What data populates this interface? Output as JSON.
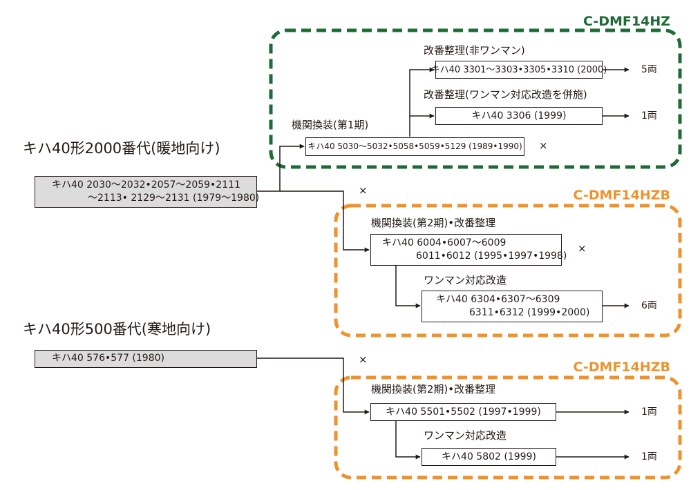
{
  "colors": {
    "green": "#1e6b35",
    "orange": "#f0922b",
    "ink": "#231815",
    "gray_fill": "#dcdcdc"
  },
  "sections": {
    "warm": {
      "title": "キハ40形2000番代(暖地向け)",
      "box_line1": "キハ40 2030〜2032•2057〜2059•2111",
      "box_line2": "〜2113• 2129〜2131 (1979〜1980)"
    },
    "cold": {
      "title": "キハ40形500番代(寒地向け)",
      "box_line1": "キハ40 576•577 (1980)"
    }
  },
  "groups": {
    "hz": {
      "tag": "C-DMF14HZ"
    },
    "hzb1": {
      "tag": "C-DMF14HZB"
    },
    "hzb2": {
      "tag": "C-DMF14HZB"
    }
  },
  "nodes": {
    "eng1": {
      "label": "機関換装(第1期)",
      "box": "キハ40 5030〜5032•5058•5059•5129 (1989•1990)",
      "mark": "×"
    },
    "renum1": {
      "label": "改番整理(非ワンマン)",
      "box": "キハ40 3301〜3303•3305•3310 (2000)",
      "count": "5両"
    },
    "renum2": {
      "label": "改番整理(ワンマン対応改造を併施)",
      "box": "キハ40 3306 (1999)",
      "count": "1両"
    },
    "eng2a": {
      "label": "機関換装(第2期)•改番整理",
      "box_line1": "キハ40 6004•6007〜6009",
      "box_line2": "6011•6012 (1995•1997•1998)",
      "mark": "×"
    },
    "wm_a": {
      "label": "ワンマン対応改造",
      "box_line1": "キハ40 6304•6307〜6309",
      "box_line2": "6311•6312 (1999•2000)",
      "count": "6両"
    },
    "eng2b": {
      "label": "機関換装(第2期)•改番整理",
      "box": "キハ40 5501•5502 (1997•1999)",
      "count": "1両"
    },
    "wm_b": {
      "label": "ワンマン対応改造",
      "box": "キハ40 5802 (1999)",
      "count": "1両"
    }
  },
  "warm_mark": "×",
  "cold_mark": "×"
}
